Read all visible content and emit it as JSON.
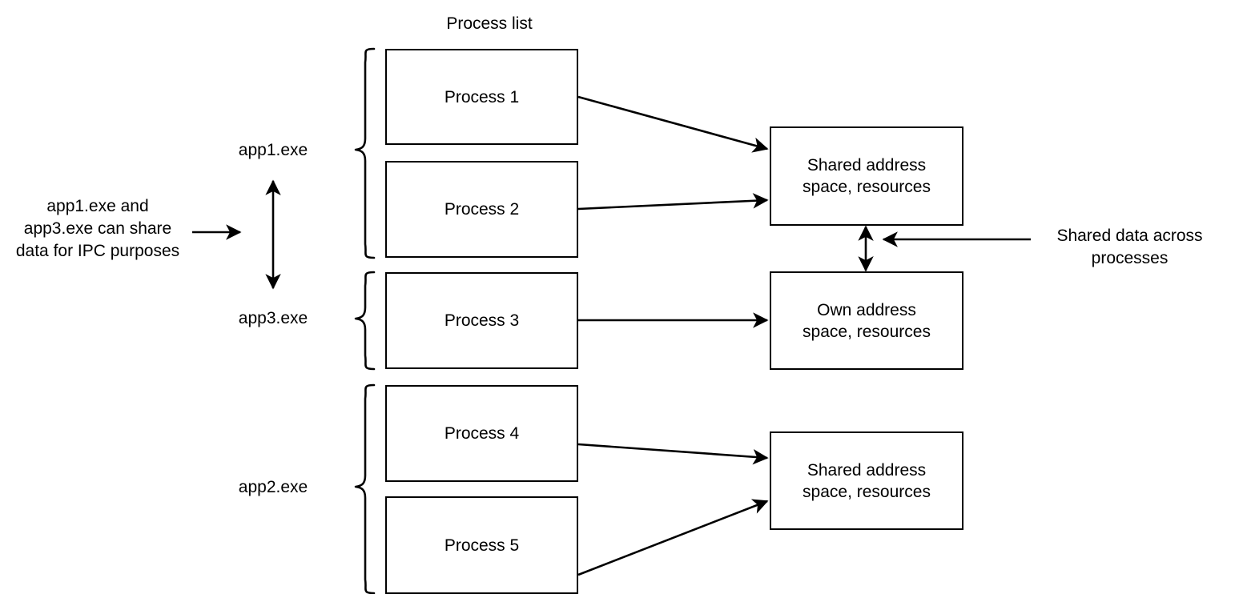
{
  "diagram": {
    "title": "Process list",
    "app_groups": [
      {
        "id": "app1",
        "label": "app1.exe"
      },
      {
        "id": "app3",
        "label": "app3.exe"
      },
      {
        "id": "app2",
        "label": "app2.exe"
      }
    ],
    "processes": [
      {
        "id": "process-1",
        "label": "Process 1"
      },
      {
        "id": "process-2",
        "label": "Process 2"
      },
      {
        "id": "process-3",
        "label": "Process 3"
      },
      {
        "id": "process-4",
        "label": "Process 4"
      },
      {
        "id": "process-5",
        "label": "Process 5"
      }
    ],
    "memory_boxes": [
      {
        "id": "shared-top",
        "label": "Shared address\nspace, resources"
      },
      {
        "id": "own",
        "label": "Own address\nspace, resources"
      },
      {
        "id": "shared-bottom",
        "label": "Shared address\nspace, resources"
      }
    ],
    "annotations": [
      {
        "id": "ipc-note",
        "label": "app1.exe and\napp3.exe can share\ndata for IPC purposes"
      },
      {
        "id": "shared-data-note",
        "label": "Shared data across\nprocesses"
      }
    ],
    "colors": {
      "stroke": "#000000",
      "fill": "#ffffff",
      "text": "#000000"
    }
  }
}
